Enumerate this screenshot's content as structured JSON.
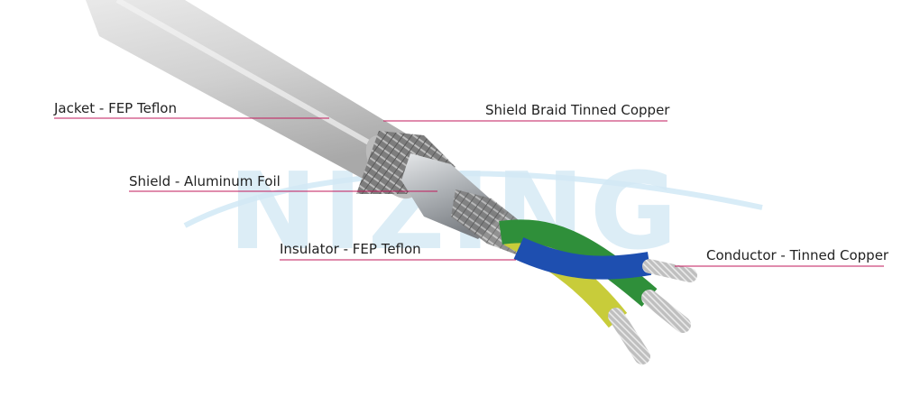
{
  "watermark": {
    "text": "NIZING",
    "color": "#cfe6f3"
  },
  "colors": {
    "leader_line": "#c2185b",
    "jacket": "#cfcfcf",
    "braid": "#8f8f8f",
    "foil": "#c9ccd0",
    "wire_blue": "#1e4fb0",
    "wire_green": "#2f8f3a",
    "wire_yellow": "#c8cc3a",
    "copper": "#c4c4c4"
  },
  "labels": {
    "jacket": "Jacket - FEP Teflon",
    "shield_braid": "Shield  Braid Tinned Copper",
    "shield_foil": "Shield - Aluminum Foil",
    "insulator": "Insulator - FEP Teflon",
    "conductor": "Conductor - Tinned Copper"
  }
}
